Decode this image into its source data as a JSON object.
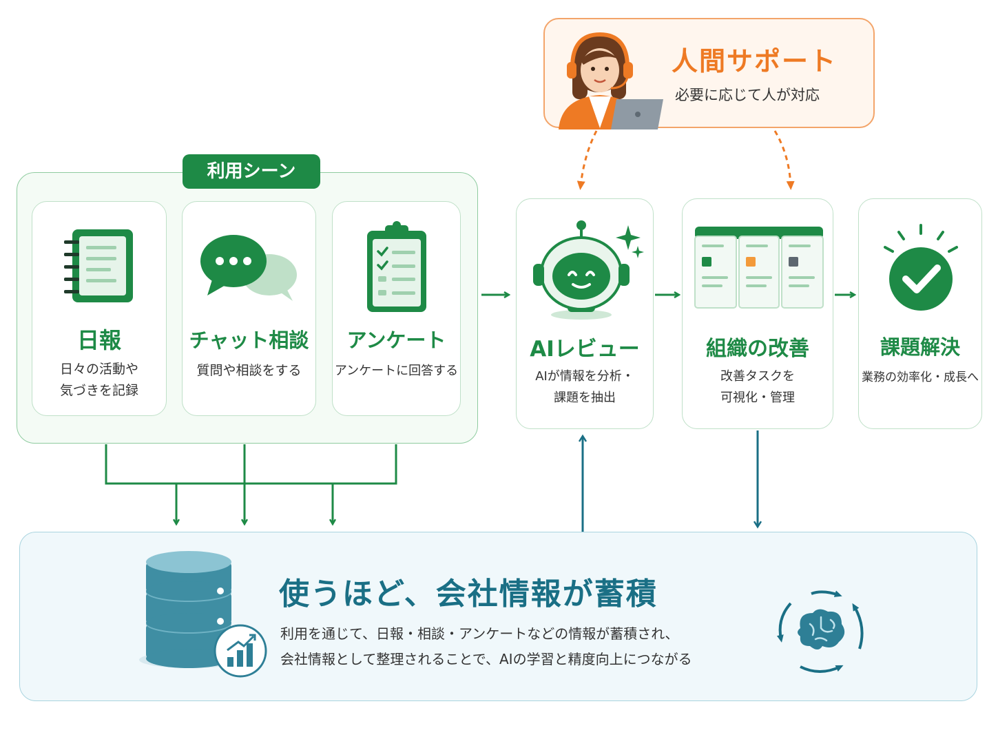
{
  "human_support": {
    "title": "人間サポート",
    "description": "必要に応じて人が対応"
  },
  "usage_scenes": {
    "tag": "利用シーン",
    "cards": [
      {
        "title": "日報",
        "description": "日々の活動や\n気づきを記録",
        "icon": "notebook-icon"
      },
      {
        "title": "チャット相談",
        "description": "質問や相談をする",
        "icon": "chat-bubbles-icon"
      },
      {
        "title": "アンケート",
        "description": "アンケートに回答する",
        "icon": "clipboard-checklist-icon"
      }
    ]
  },
  "flow": [
    {
      "title": "AIレビュー",
      "description": "AIが情報を分析・\n課題を抽出",
      "icon": "robot-icon"
    },
    {
      "title": "組織の改善",
      "description": "改善タスクを\n可視化・管理",
      "icon": "kanban-board-icon"
    },
    {
      "title": "課題解決",
      "description": "業務の効率化・成長へ",
      "icon": "checkmark-badge-icon"
    }
  ],
  "accumulation": {
    "title": "使うほど、会社情報が蓄積",
    "description": "利用を通じて、日報・相談・アンケートなどの情報が蓄積され、\n会社情報として整理されることで、AIの学習と精度向上につながる",
    "icons": [
      "database-icon",
      "growth-chart-icon",
      "brain-cycle-icon"
    ]
  },
  "colors": {
    "green": "#1e8a46",
    "orange": "#ee7a24",
    "teal": "#1a6f85"
  }
}
